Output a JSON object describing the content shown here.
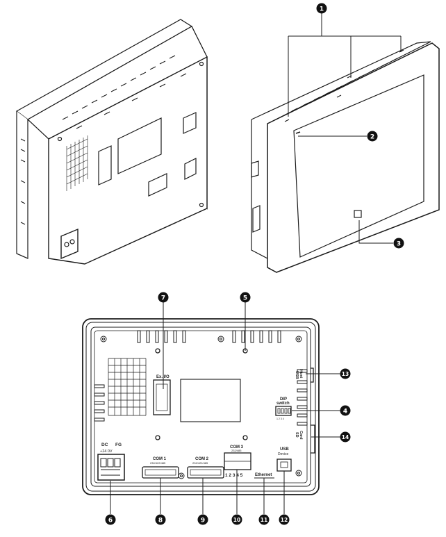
{
  "callouts": {
    "c1": "1",
    "c2": "2",
    "c3": "3",
    "c4": "4",
    "c5": "5",
    "c6": "6",
    "c7": "7",
    "c8": "8",
    "c9": "9",
    "c10": "10",
    "c11": "11",
    "c12": "12",
    "c13": "13",
    "c14": "14"
  },
  "labels": {
    "ext_io": "Ex. I/O",
    "dip_switch_line1": "DIP",
    "dip_switch_line2": "switch",
    "dc": "DC",
    "fg": "FG",
    "dc_pins": "+24 0V",
    "com1": "COM 1",
    "com1_sub": "232/422/485",
    "com2": "COM 2",
    "com2_sub": "232/422/485",
    "com3": "COM 3",
    "com3_sub": "232/485",
    "com3_pins": "1 2 3 4 5",
    "ethernet": "Ethernet",
    "usb_device_line1": "USB",
    "usb_device_line2": "Device",
    "usb_host_line1": "USB",
    "usb_host_line2": "Host",
    "sd_card_line1": "SD",
    "sd_card_line2": "Card",
    "dip_pins": "1 2 3 4"
  },
  "colors": {
    "outline": "#1a1a1a",
    "callout_fill": "#111111",
    "callout_text": "#ffffff",
    "panel_fill": "#ffffff",
    "screen_fill": "#ffffff"
  }
}
